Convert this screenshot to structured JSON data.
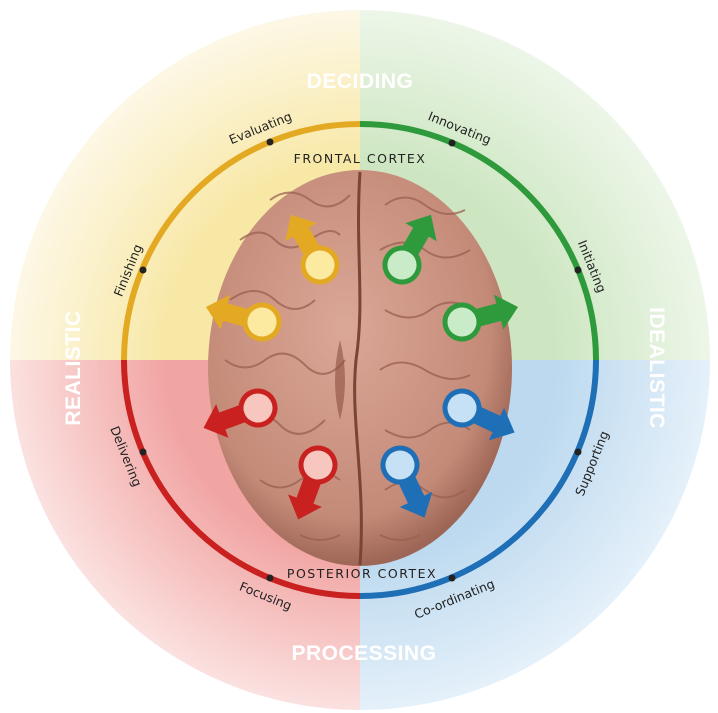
{
  "quadrants": {
    "top": "DECIDING",
    "bottom": "PROCESSING",
    "left": "REALISTIC",
    "right": "IDEALISTIC"
  },
  "ring_labels": {
    "evaluating": "Evaluating",
    "innovating": "Innovating",
    "initiating": "Initiating",
    "supporting": "Supporting",
    "coordinating": "Co-ordinating",
    "focusing": "Focusing",
    "delivering": "Delivering",
    "finishing": "Finishing"
  },
  "cortex": {
    "frontal": "FRONTAL CORTEX",
    "posterior": "POSTERIOR CORTEX"
  },
  "colors": {
    "yellow": "#e4a923",
    "green": "#2f9a3c",
    "red": "#c9211f",
    "blue": "#1f6fb6",
    "yellow_bg": "#f8e8a6",
    "green_bg": "#cde6c1",
    "red_bg": "#f1a5a3",
    "blue_bg": "#bcd9ef",
    "brain": "#c98f7e"
  }
}
